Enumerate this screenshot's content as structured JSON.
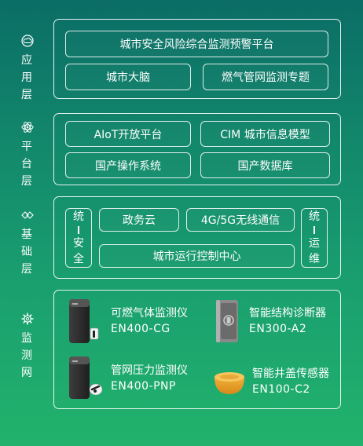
{
  "layers": [
    {
      "id": "application",
      "label": [
        "应",
        "用",
        "层"
      ],
      "icon": "cloud-icon"
    },
    {
      "id": "platform",
      "label": [
        "平",
        "台",
        "层"
      ],
      "icon": "atom-icon"
    },
    {
      "id": "foundation",
      "label": [
        "基",
        "础",
        "层"
      ],
      "icon": "network-icon"
    },
    {
      "id": "monitoring",
      "label": [
        "监",
        "测",
        "网"
      ],
      "icon": "gear-icon"
    }
  ],
  "application": {
    "platform_title": "城市安全风险综合监测预警平台",
    "city_brain": "城市大脑",
    "gas_topic": "燃气管网监测专题"
  },
  "platform": {
    "aiot": "AIoT开放平台",
    "cim": "CIM 城市信息模型",
    "os": "国产操作系统",
    "db": "国产数据库"
  },
  "foundation": {
    "unified_security": [
      "统",
      "安",
      "全"
    ],
    "unified_ops": [
      "统",
      "运",
      "维"
    ],
    "gov_cloud": "政务云",
    "comm": "4G/5G无线通信",
    "control_center": "城市运行控制中心"
  },
  "devices": [
    {
      "name": "可燃气体监测仪",
      "model": "EN400-CG",
      "icon": "gas-detector-icon"
    },
    {
      "name": "智能结构诊断器",
      "model": "EN300-A2",
      "icon": "structure-sensor-icon"
    },
    {
      "name": "管网压力监测仪",
      "model": "EN400-PNP",
      "icon": "pressure-monitor-icon"
    },
    {
      "name": "智能井盖传感器",
      "model": "EN100-C2",
      "icon": "manhole-sensor-icon"
    }
  ]
}
